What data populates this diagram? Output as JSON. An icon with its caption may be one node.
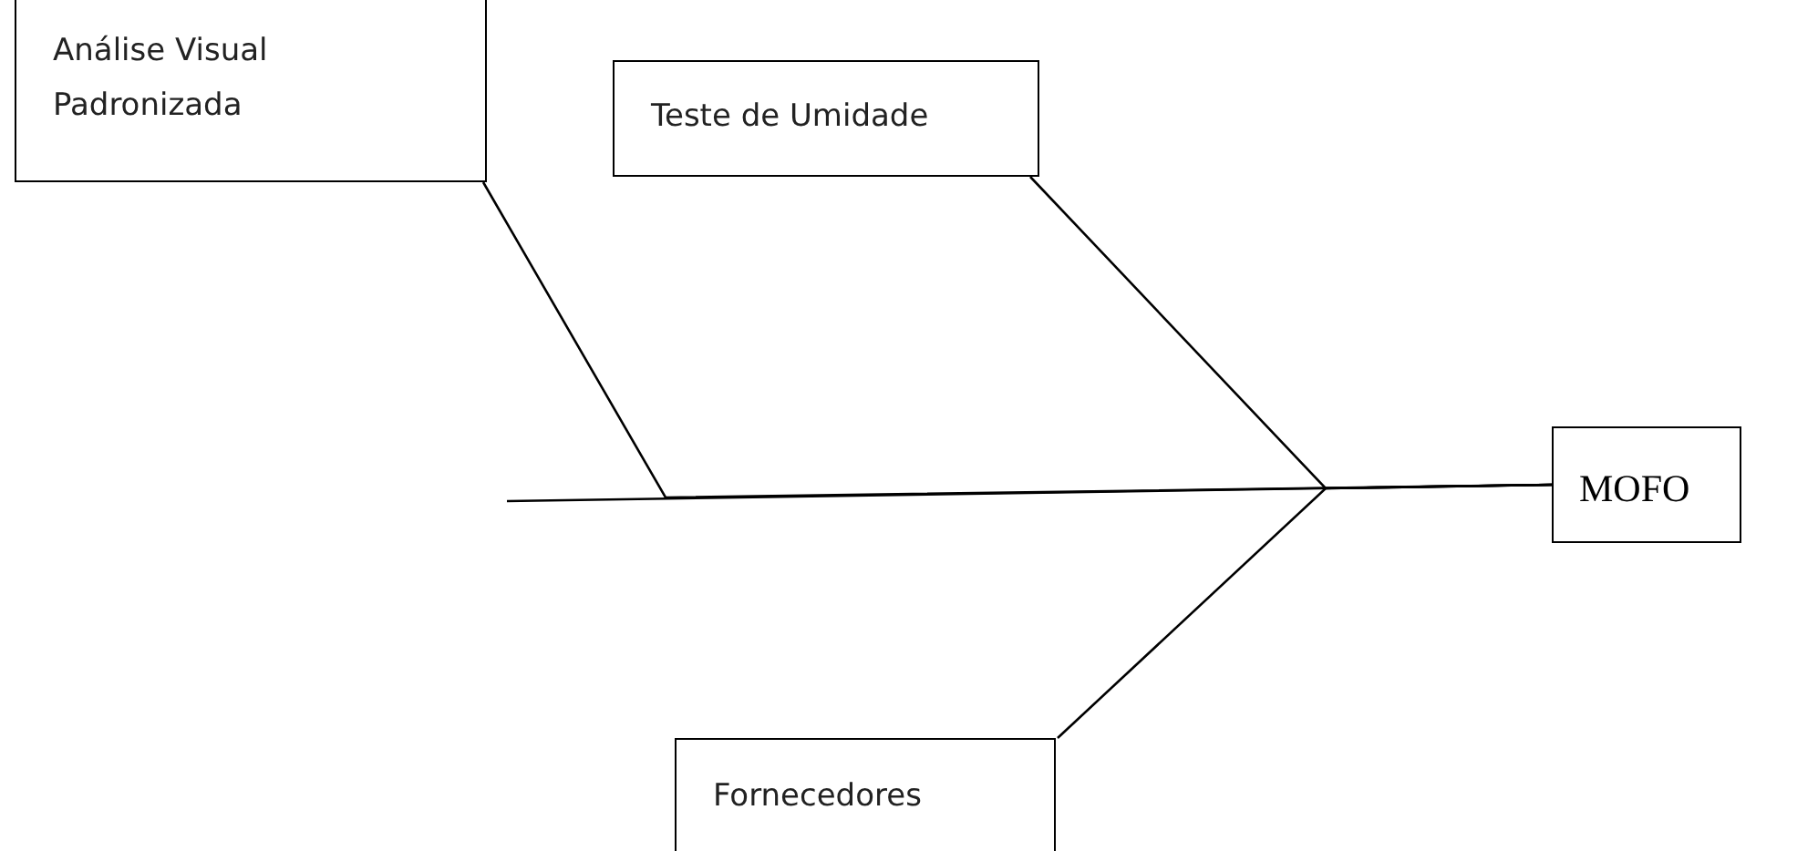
{
  "diagram": {
    "nodes": [
      {
        "text": [
          "Análise Visual Padronizada"
        ]
      },
      {
        "text": [
          "Teste de Umidade"
        ]
      },
      {
        "text": [
          "Fornecedores"
        ]
      },
      {
        "text": [
          "MOFO"
        ]
      }
    ],
    "edges": [
      {
        "from": 0,
        "to": 3,
        "arrow": "none"
      },
      {
        "from": 1,
        "to": 3,
        "arrow": "none"
      },
      {
        "from": 2,
        "to": 3,
        "arrow": "none"
      },
      {
        "from": null,
        "to": 3,
        "arrow": "none"
      }
    ]
  }
}
